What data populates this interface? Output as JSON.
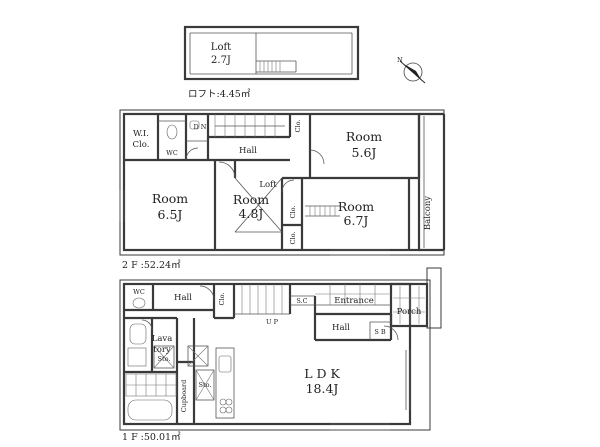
{
  "loft": {
    "name": "Loft",
    "size": "2.7J",
    "caption": "ロフト:4.45㎡"
  },
  "second_floor": {
    "caption": "2 F :52.24㎡",
    "rooms": {
      "wic_1": "W.I.",
      "wic_2": "Clo.",
      "wc": "WC",
      "dn": "D N",
      "clo_top": "Clo.",
      "hall": "Hall",
      "room_ne_name": "Room",
      "room_ne_size": "5.6J",
      "room_w_name": "Room",
      "room_w_size": "6.5J",
      "loft_opening": "Loft",
      "room_c_name": "Room",
      "room_c_size": "4.8J",
      "room_e_name": "Room",
      "room_e_size": "6.7J",
      "clo_mid": "Clo.",
      "clo_low": "Clo.",
      "balcony": "Balcony"
    }
  },
  "first_floor": {
    "caption": "1 F :50.01㎡",
    "rooms": {
      "wc": "WC",
      "hall_w": "Hall",
      "clo": "Clo.",
      "sc": "S.C",
      "entrance": "Entrance",
      "porch": "Porch",
      "up": "U P",
      "hall_e": "Hall",
      "sb": "S B",
      "lava_1": "Lava",
      "lava_2": "tory",
      "sto_1": "Sto.",
      "sto_2": "Sto.",
      "cupboard": "Cupboard",
      "ldk_name": "L D K",
      "ldk_size": "18.4J"
    }
  },
  "compass": {
    "label": "N"
  }
}
